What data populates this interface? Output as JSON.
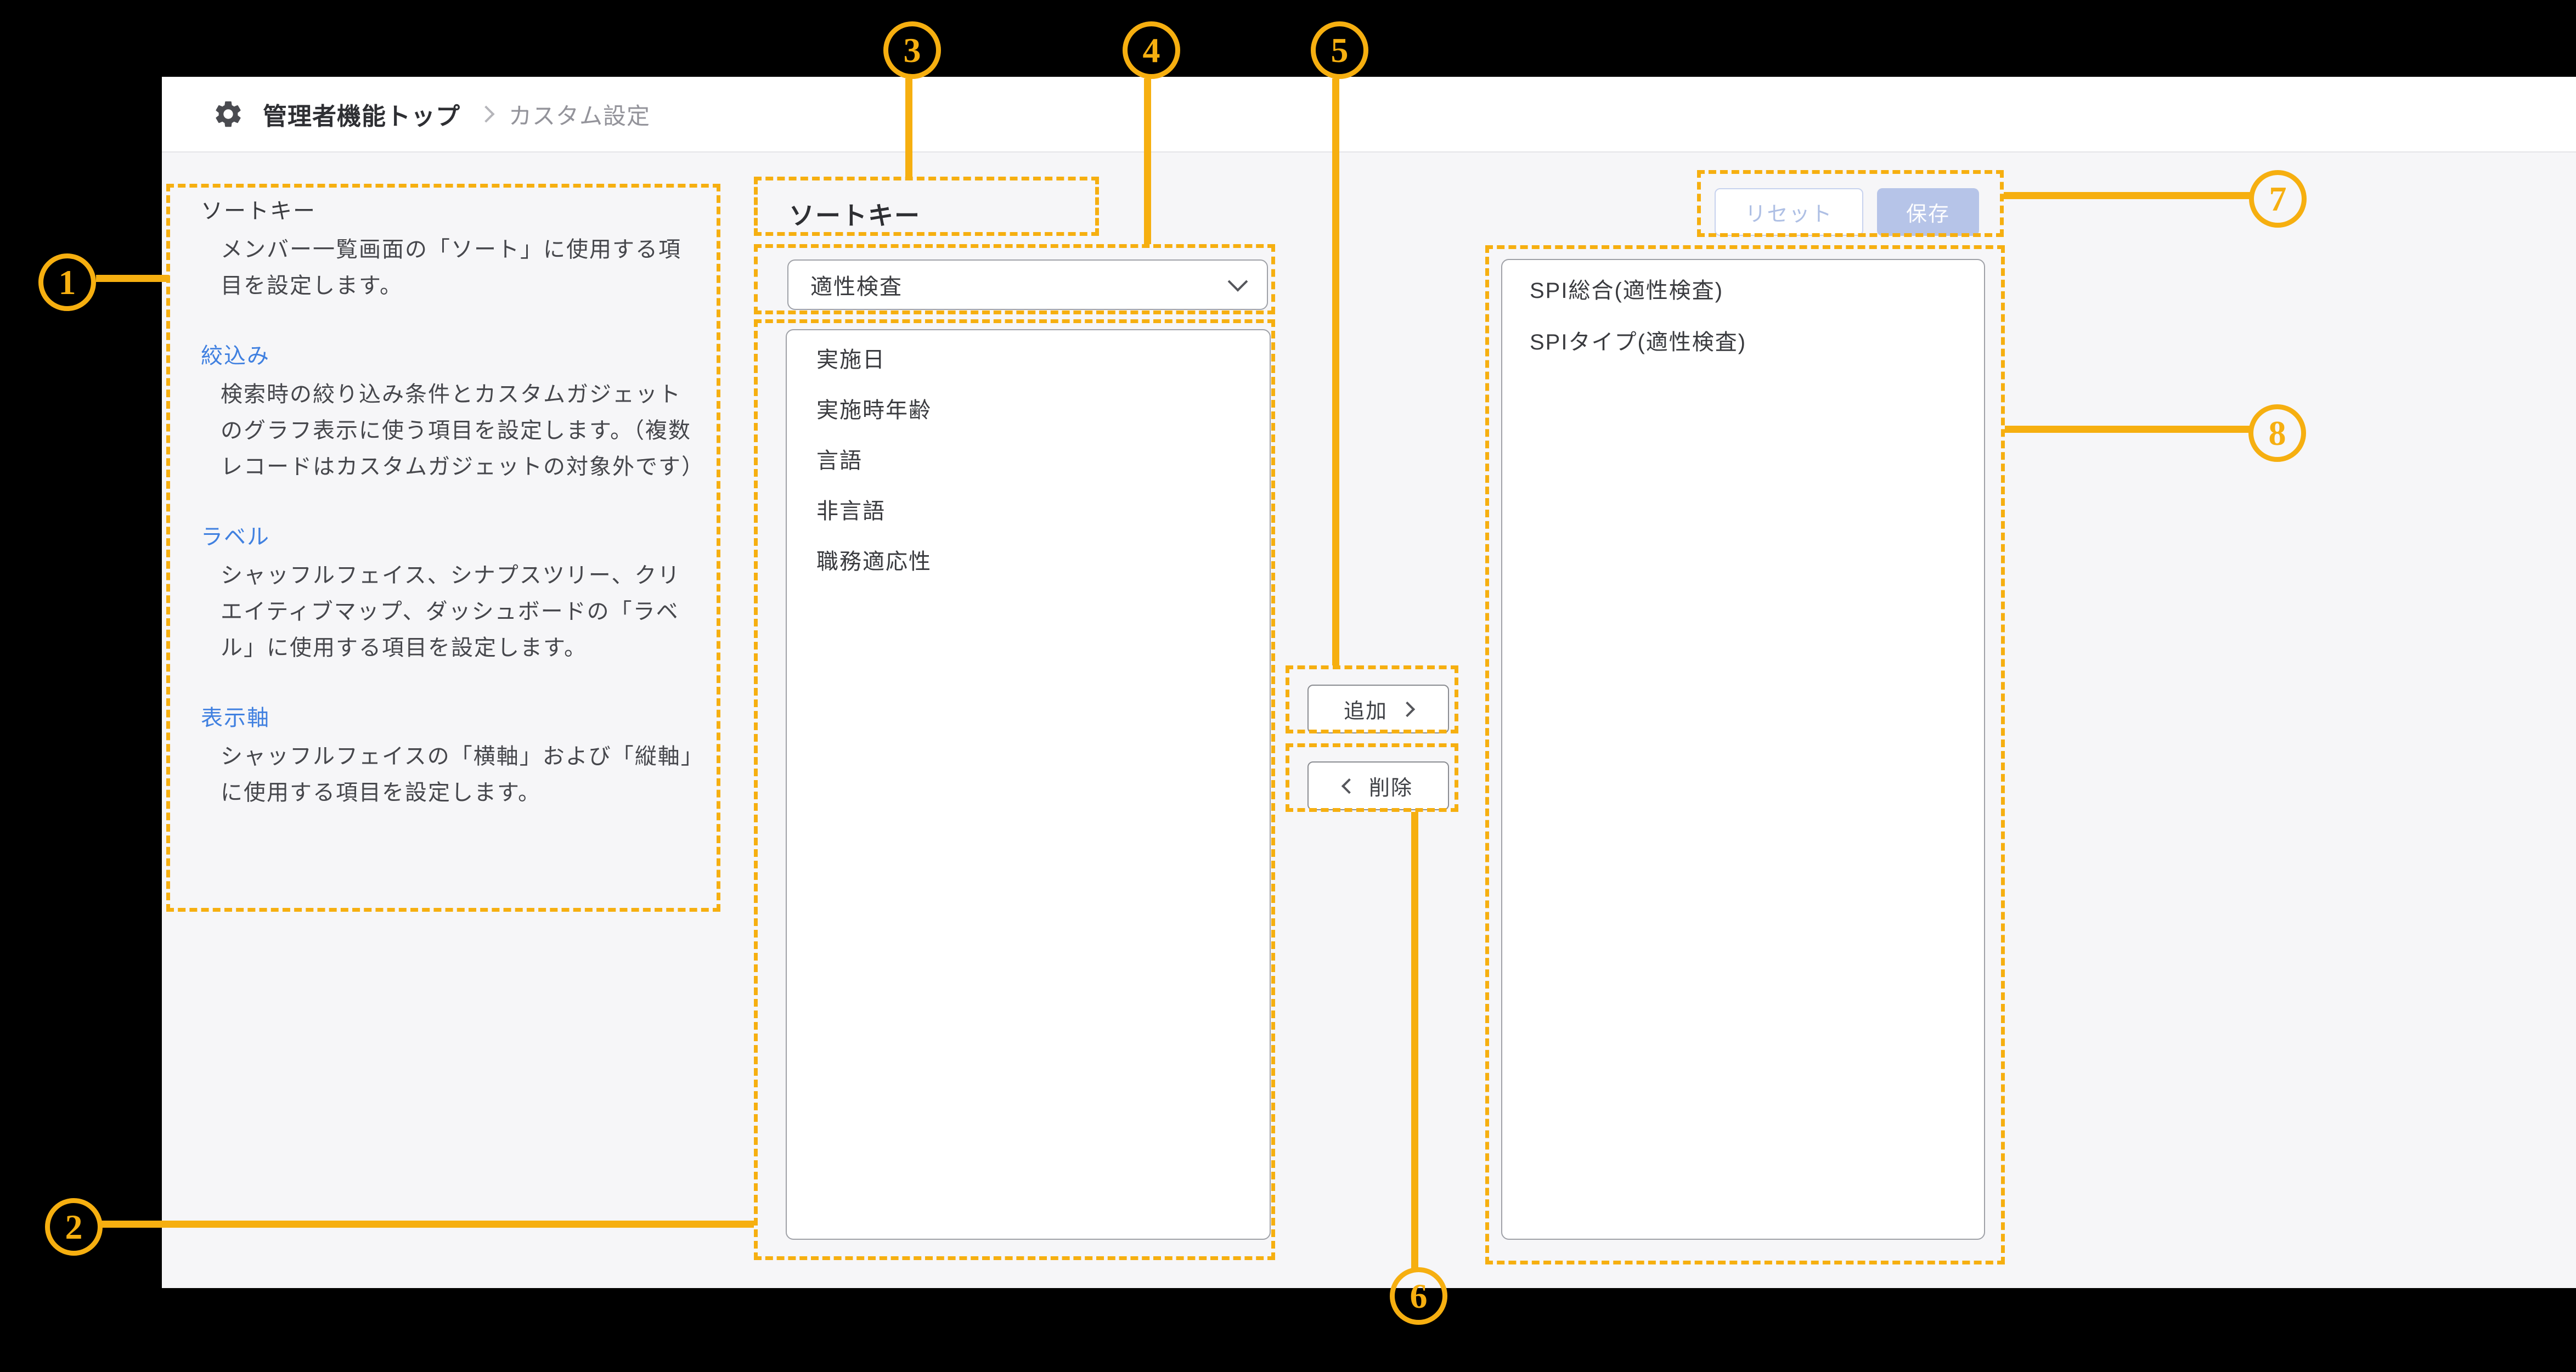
{
  "breadcrumb": {
    "root": "管理者機能トップ",
    "current": "カスタム設定"
  },
  "help": {
    "sections": [
      {
        "title": "ソートキー",
        "body": "メンバー一覧画面の「ソート」に使用する項目を設定します。"
      },
      {
        "title": "絞込み",
        "body": "検索時の絞り込み条件とカスタムガジェットのグラフ表示に使う項目を設定します。（複数レコードはカスタムガジェットの対象外です）"
      },
      {
        "title": "ラベル",
        "body": "シャッフルフェイス、シナプスツリー、クリエイティブマップ、ダッシュボードの「ラベル」に使用する項目を設定します。"
      },
      {
        "title": "表示軸",
        "body": "シャッフルフェイスの「横軸」および「縦軸」に使用する項目を設定します。"
      }
    ]
  },
  "sort_key": {
    "heading": "ソートキー",
    "category_select": {
      "value": "適性検査"
    },
    "available_items": [
      "実施日",
      "実施時年齢",
      "言語",
      "非言語",
      "職務適応性"
    ],
    "selected_items": [
      "SPI総合(適性検査)",
      "SPIタイプ(適性検査)"
    ]
  },
  "actions": {
    "add": "追加",
    "remove": "削除",
    "reset": "リセット",
    "save": "保存"
  },
  "annotation": {
    "color": "#F6AF10",
    "markers": [
      "1",
      "2",
      "3",
      "4",
      "5",
      "6",
      "7",
      "8"
    ]
  },
  "colors": {
    "page_bg": "#F6F6F8",
    "header_bg": "#FFFFFF",
    "link_blue": "#4080E0",
    "save_bg": "#B6C4E8",
    "reset_text": "#AEBFE4",
    "annotation_amber": "#F6AF10"
  }
}
